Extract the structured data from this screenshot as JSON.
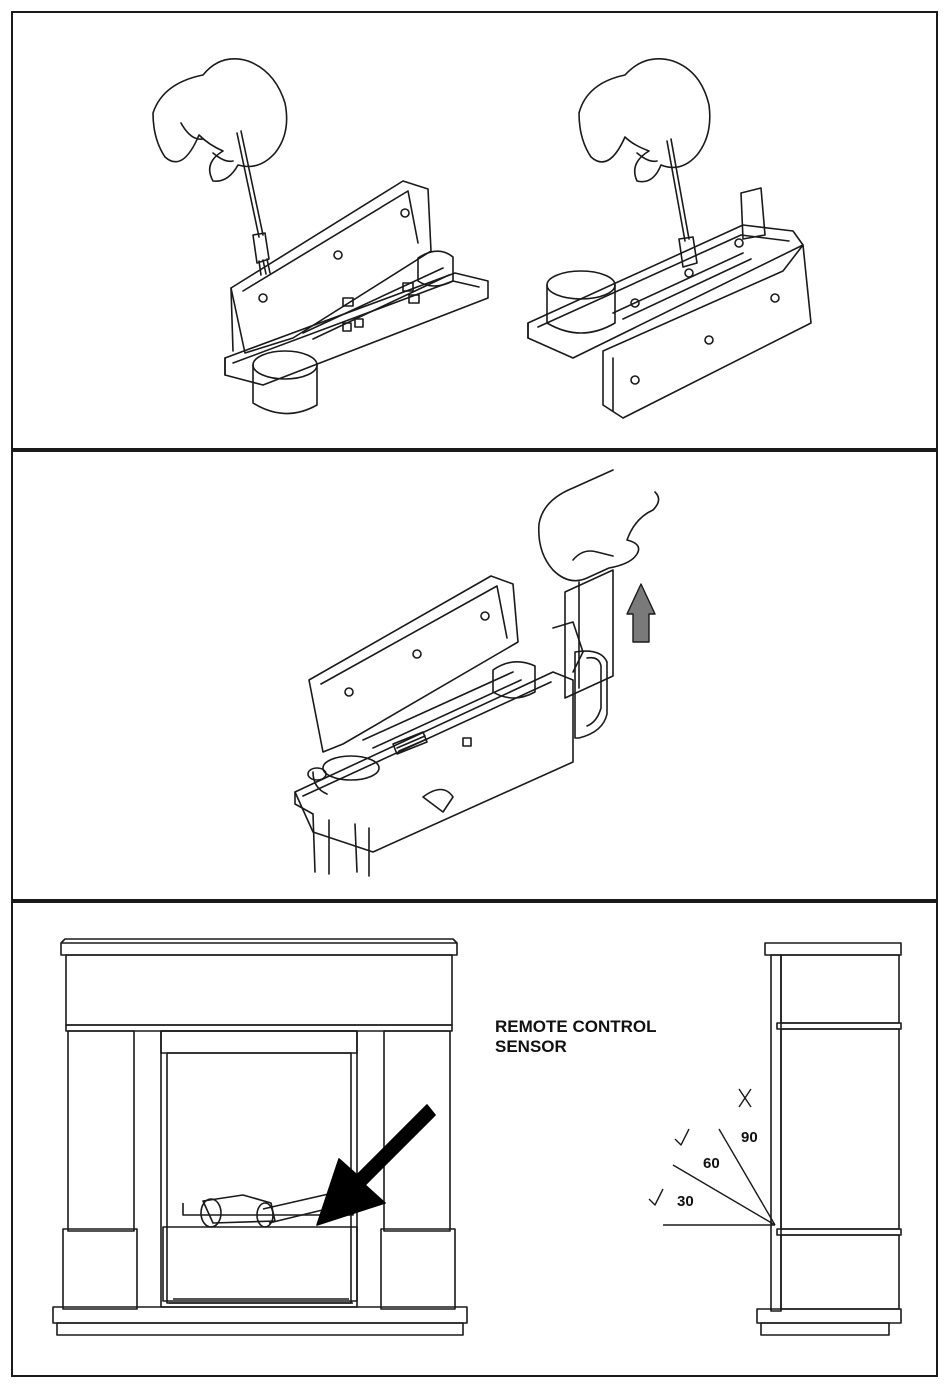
{
  "panels": [
    {
      "name": "cleaning-brush-panel"
    },
    {
      "name": "reservoir-removal-panel"
    },
    {
      "name": "remote-control-sensor-panel"
    }
  ],
  "sensor_label": "REMOTE CONTROL\nSENSOR",
  "angles": {
    "a90": "90",
    "a60": "60",
    "a30": "30"
  },
  "angle_status": {
    "a90": "not-ok",
    "a60": "ok",
    "a30": "ok"
  },
  "colors": {
    "line": "#1a1a1a",
    "arrow_fill": "#000000",
    "up_arrow_fill": "#7a7a7a"
  },
  "icons": [
    "hand-icon",
    "brush-icon",
    "check-mark-icon",
    "cross-mark-icon",
    "down-left-arrow-icon",
    "up-arrow-icon"
  ]
}
